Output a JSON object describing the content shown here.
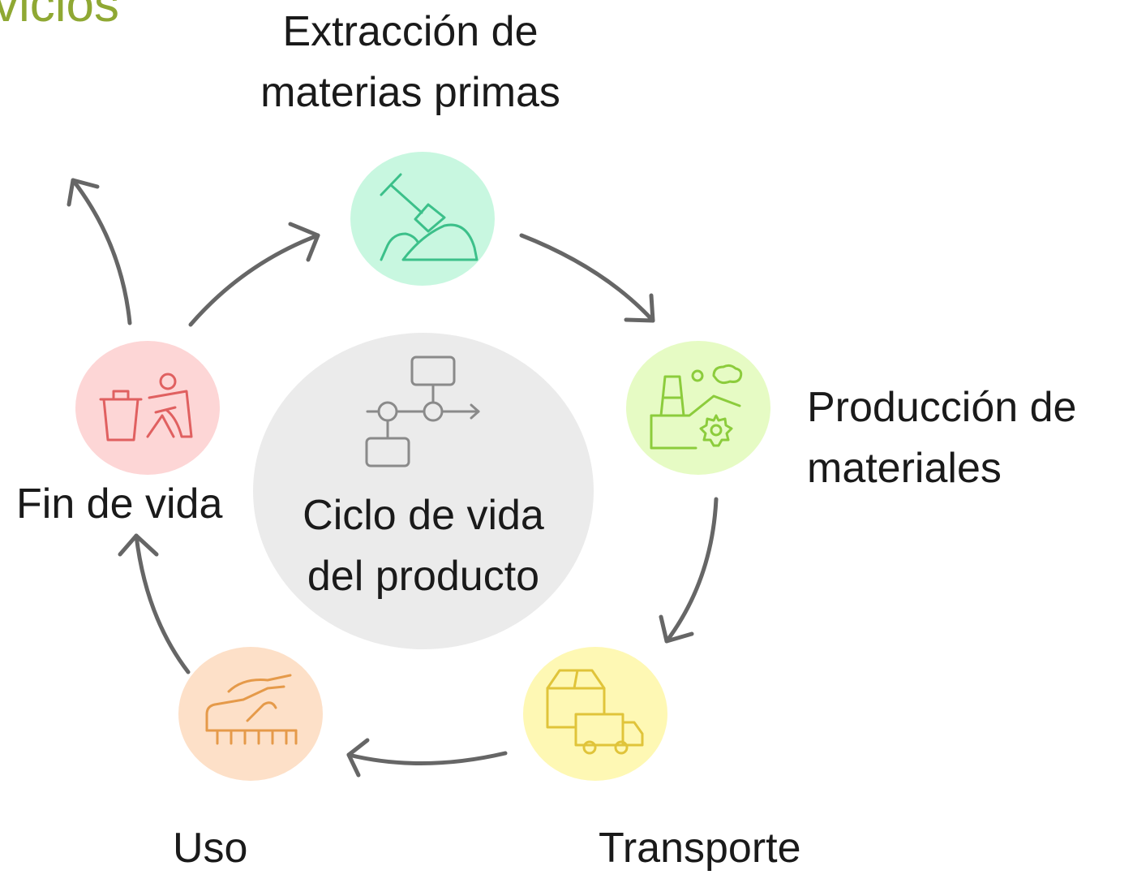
{
  "partial_title": "vicios",
  "center": {
    "line1": "Ciclo de vida",
    "line2": "del producto"
  },
  "stages": {
    "extraction": {
      "line1": "Extracción de",
      "line2": "materias primas",
      "icon": "shovel-mound-icon",
      "color": "#c8f7e0"
    },
    "production": {
      "line1": "Producción de",
      "line2": "materiales",
      "icon": "factory-gear-icon",
      "color": "#e6fbc4"
    },
    "transport": {
      "line1": "Transporte",
      "icon": "box-truck-icon",
      "color": "#fef8b4"
    },
    "use": {
      "line1": "Uso",
      "icon": "hand-brush-icon",
      "color": "#fde0c8"
    },
    "end_of_life": {
      "line1": "Fin de vida",
      "icon": "bin-recycle-icon",
      "color": "#fdd6d6"
    }
  },
  "colors": {
    "arrow": "#666666",
    "center_circle": "#ebebeb",
    "title_accent": "#8fa833"
  }
}
